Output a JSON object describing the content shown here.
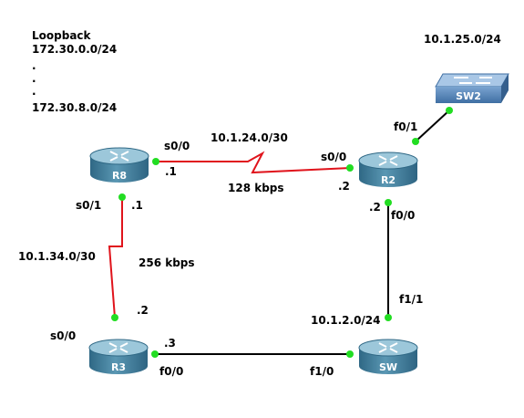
{
  "loopback": {
    "title": "Loopback",
    "first": "172.30.0.0/24",
    "dots": [
      ".",
      ".",
      "."
    ],
    "last": "172.30.8.0/24"
  },
  "devices": {
    "r8": "R8",
    "r2": "R2",
    "r3": "R3",
    "sw": "SW",
    "sw2": "SW2"
  },
  "links": {
    "r8_r2": {
      "network": "10.1.24.0/30",
      "speed": "128 kbps",
      "r8_intf": "s0/0",
      "r8_host": ".1",
      "r2_intf": "s0/0",
      "r2_host": ".2"
    },
    "r8_r3": {
      "network": "10.1.34.0/30",
      "speed": "256 kbps",
      "r8_intf": "s0/1",
      "r8_host": ".1",
      "r3_intf": "s0/0",
      "r3_host": ".2"
    },
    "r2_sw2": {
      "network": "10.1.25.0/24",
      "r2_intf": "f0/1"
    },
    "r2_sw": {
      "r2_intf": "f0/0",
      "r2_host": ".2",
      "sw_intf": "f1/1"
    },
    "r3_sw": {
      "network": "10.1.2.0/24",
      "r3_intf": "f0/0",
      "r3_host": ".3",
      "sw_intf": "f1/0"
    }
  },
  "colors": {
    "serial": "#e0141c",
    "ethernet": "#000000",
    "port": "#22dd22",
    "router_body": "#4f8aa6",
    "router_top": "#9cc7da",
    "switch_body": "#5b88b8",
    "switch_top": "#a9c7e6"
  }
}
